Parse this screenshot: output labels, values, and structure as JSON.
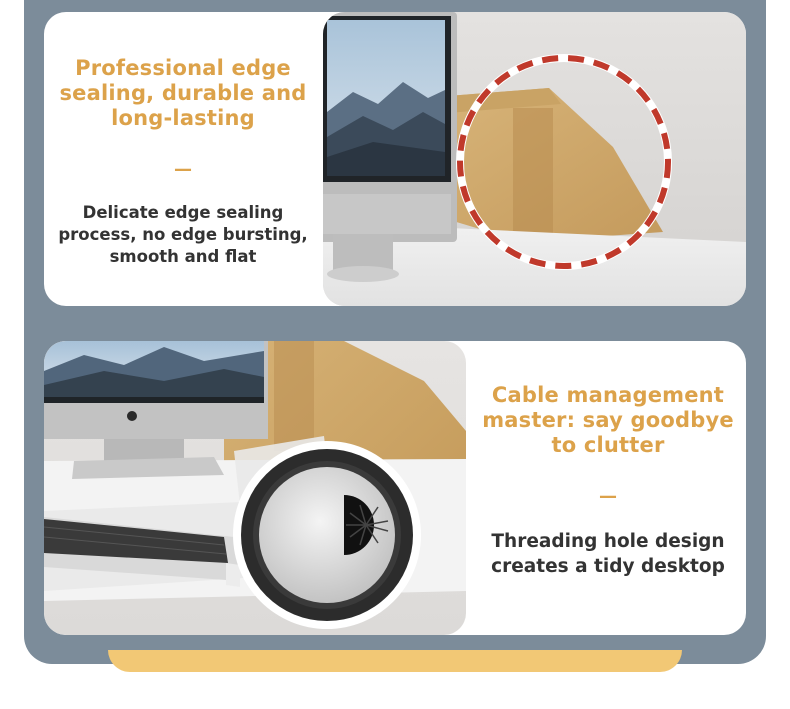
{
  "sections": [
    {
      "headline": "Professional edge sealing, durable and long-lasting",
      "divider": "—",
      "description": "Delicate edge sealing process, no edge bursting, smooth and flat"
    },
    {
      "headline": "Cable management master: say goodbye to clutter",
      "divider": "—",
      "description": "Threading hole design creates a tidy desktop"
    }
  ],
  "colors": {
    "panel": "#7c8c9a",
    "accent": "#dca24a",
    "text": "#333333",
    "highlight_circle": "#c0392b",
    "strip": "#f2c875"
  }
}
